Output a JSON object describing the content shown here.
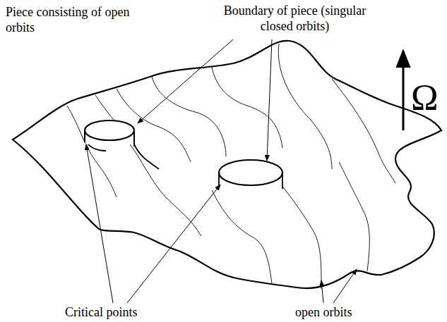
{
  "diagram": {
    "labels": [
      "Piece consisting of open orbits",
      "Boundary of piece (singular closed orbits)",
      "Ω",
      "Critical points",
      "open orbits"
    ]
  }
}
